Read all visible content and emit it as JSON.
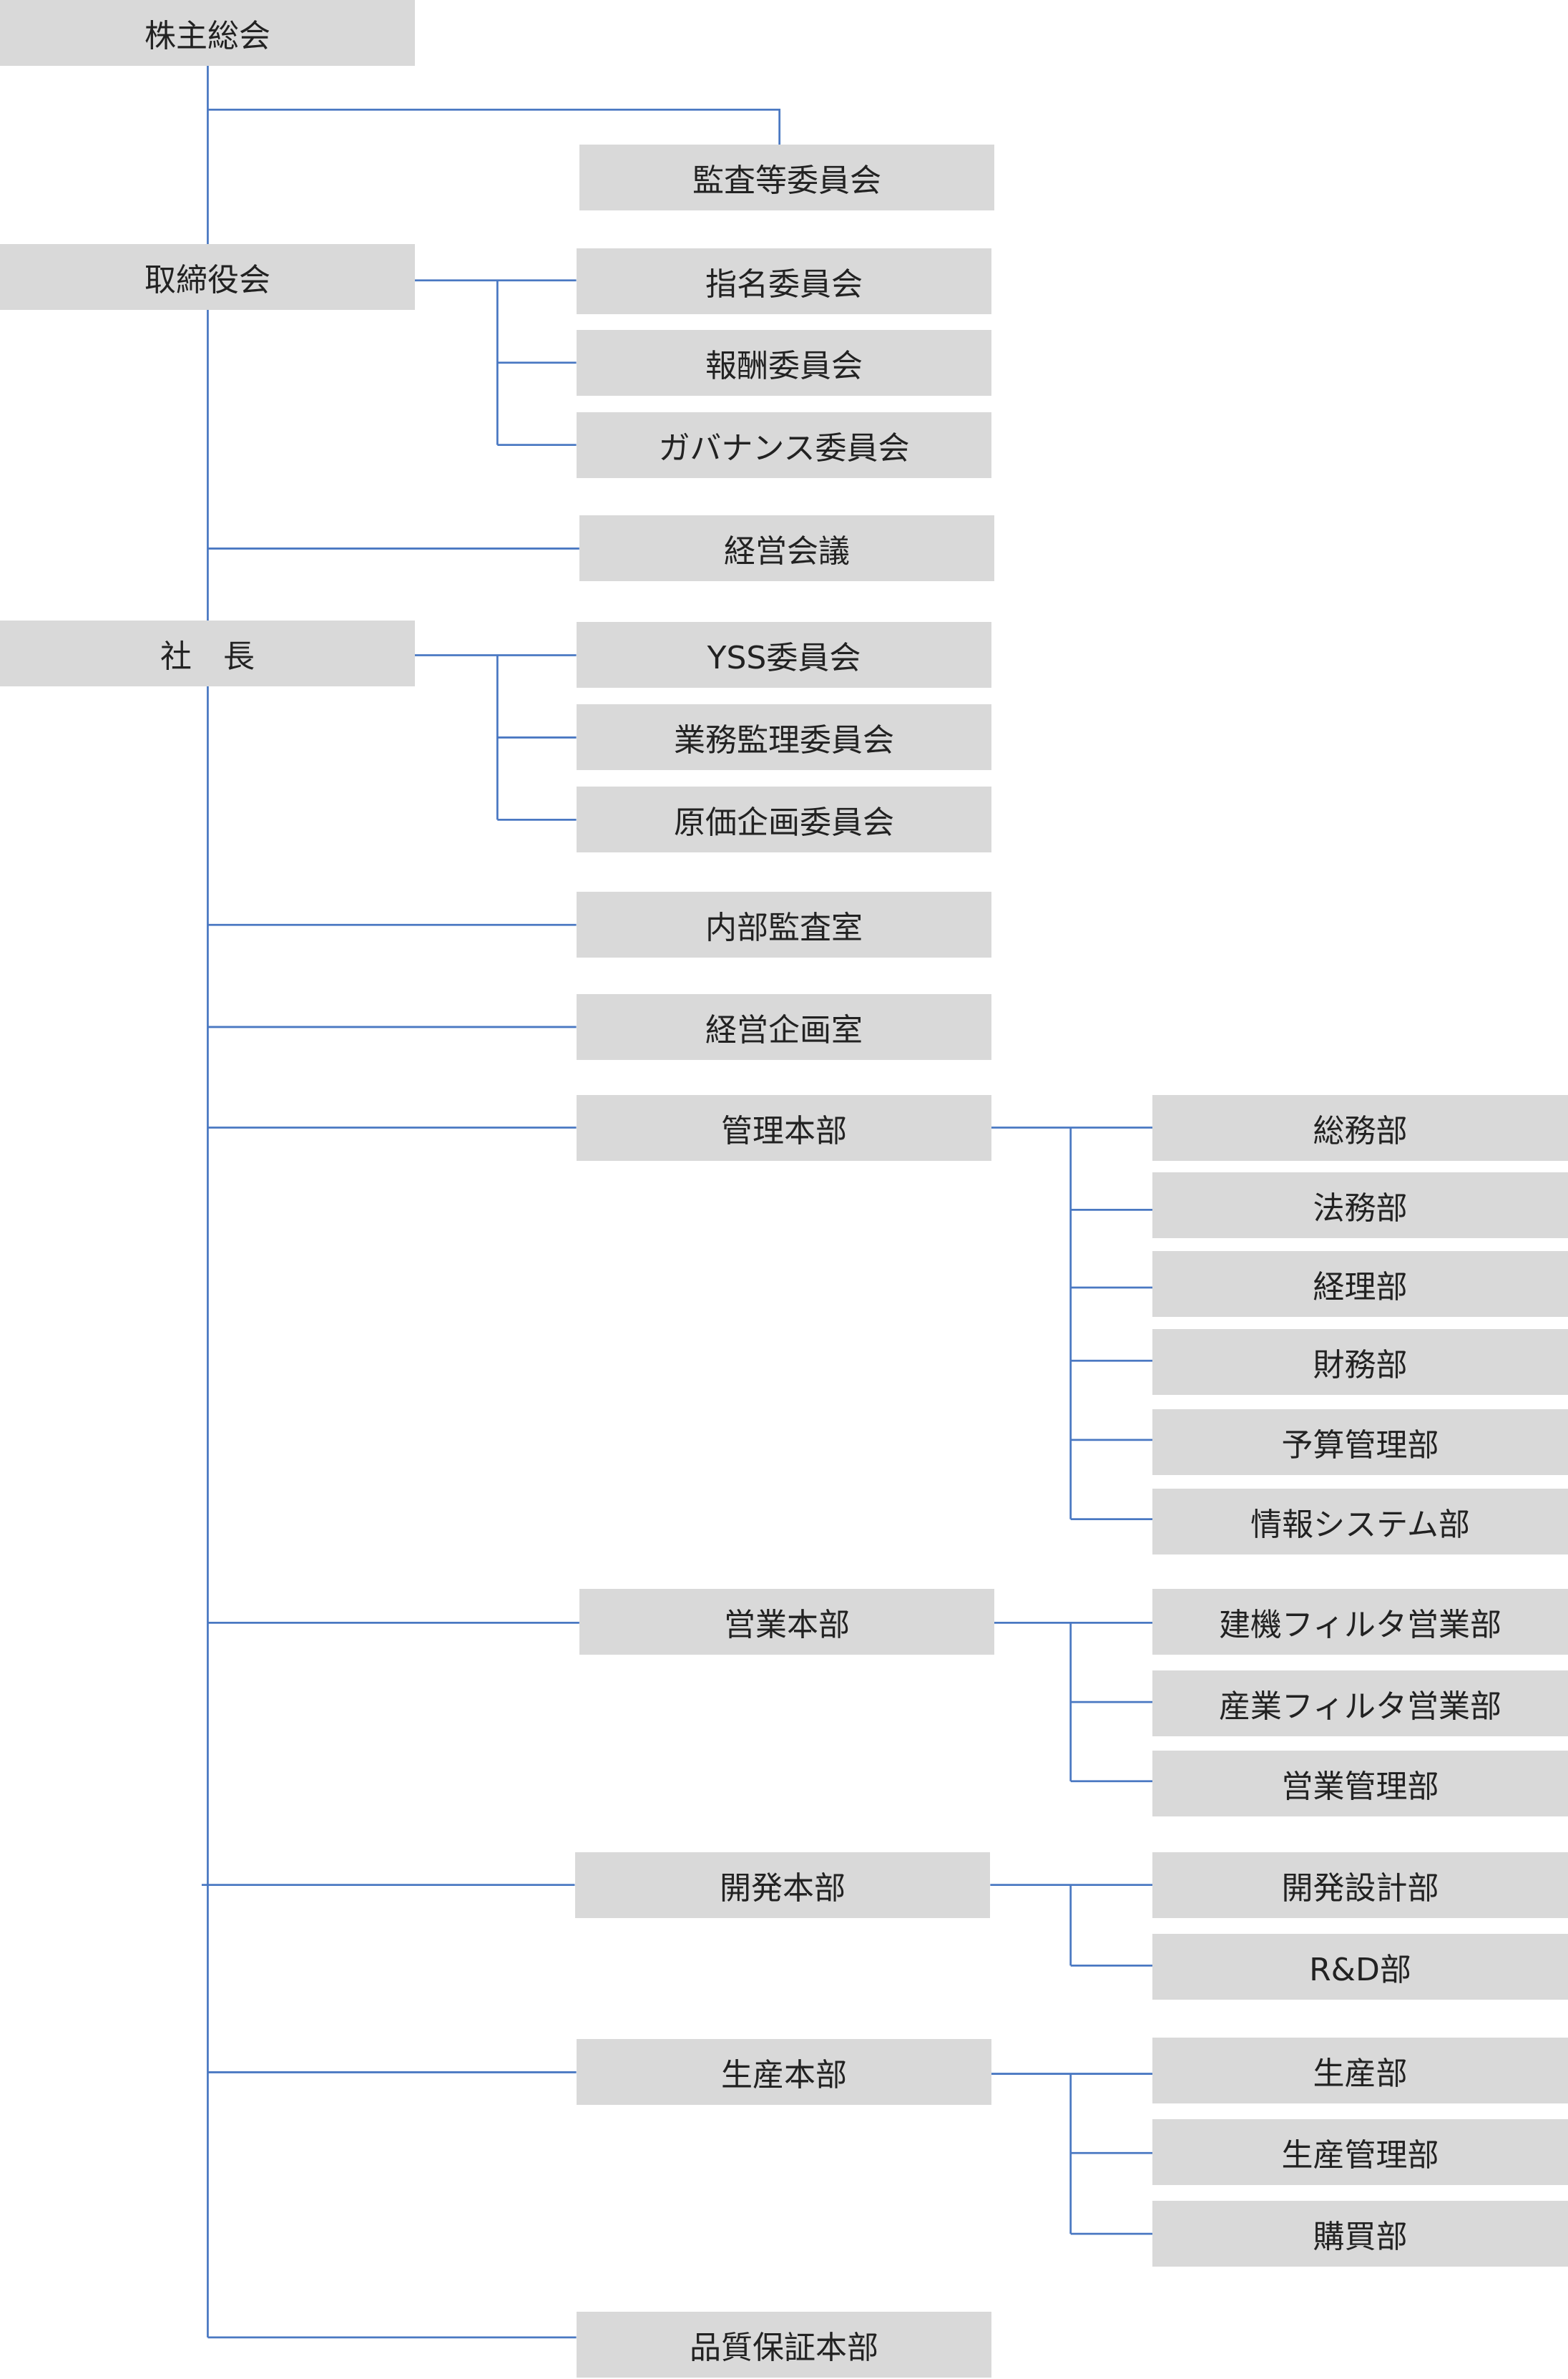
{
  "colors": {
    "line": "#4a78c2",
    "box_fill": "#d9d9d9",
    "text": "#222222"
  },
  "org": {
    "shareholders_meeting": "株主総会",
    "audit_committee": "監査等委員会",
    "board": "取締役会",
    "nomination_committee": "指名委員会",
    "compensation_committee": "報酬委員会",
    "governance_committee": "ガバナンス委員会",
    "management_meeting": "経営会議",
    "president": "社　長",
    "yss_committee": "YSS委員会",
    "operations_audit_committee": "業務監理委員会",
    "cost_planning_committee": "原価企画委員会",
    "internal_audit_office": "内部監査室",
    "corporate_planning_office": "経営企画室",
    "admin_division": "管理本部",
    "general_affairs": "総務部",
    "legal": "法務部",
    "accounting": "経理部",
    "finance": "財務部",
    "budget_management": "予算管理部",
    "information_systems": "情報システム部",
    "sales_division": "営業本部",
    "construction_filter_sales": "建機フィルタ営業部",
    "industrial_filter_sales": "産業フィルタ営業部",
    "sales_management": "営業管理部",
    "development_division": "開発本部",
    "development_design": "開発設計部",
    "rnd": "R&D部",
    "production_division": "生産本部",
    "production": "生産部",
    "production_management": "生産管理部",
    "purchasing": "購買部",
    "quality_assurance_division": "品質保証本部"
  }
}
